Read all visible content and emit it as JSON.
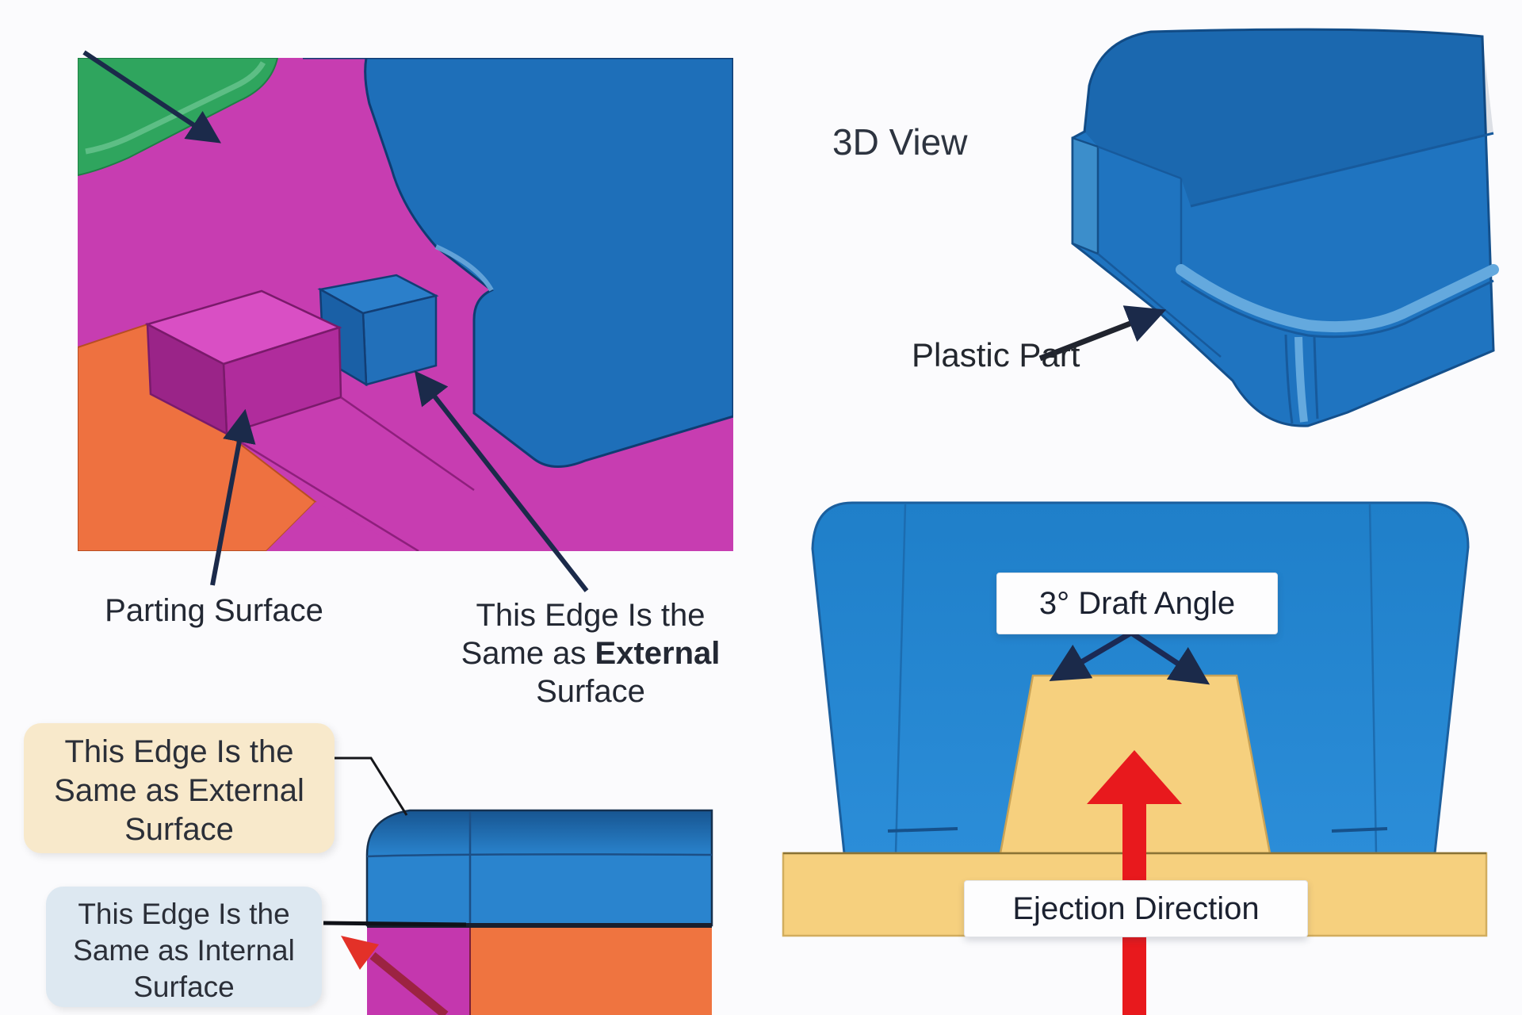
{
  "page": {
    "background": "#fbfbfd"
  },
  "parting_view": {
    "name": "Parting surface close-up view",
    "colors": {
      "magenta": "#c73db1",
      "green": "#2fa55e",
      "green_band": "#63c189",
      "orange": "#ee7140",
      "blue": "#1e6fb9",
      "block_top": "#d94fc4",
      "block_front": "#b02c9c",
      "block_left": "#9a2488",
      "step_top": "#2b7fca",
      "step_front": "#2270ba",
      "step_left": "#1a60a6",
      "arrow_navy": "#1b2a4a"
    },
    "labels": {
      "parting_surface": "Parting Surface",
      "edge_external": {
        "line1": "This Edge Is the",
        "line2_prefix": "Same as ",
        "line2_bold": "External",
        "line3": "Surface"
      }
    }
  },
  "three_d_view": {
    "title": "3D View",
    "part_label": "Plastic Part",
    "colors": {
      "part_blue": "#1f74c0",
      "rim_light": "#64a9de",
      "edge_dark": "#175a9c"
    }
  },
  "section_view": {
    "external_box": {
      "line1": "This Edge Is the",
      "line2": "Same as External",
      "line3": "Surface",
      "bg": "#f8e9cb"
    },
    "internal_box": {
      "line1": "This Edge Is the",
      "line2_prefix": "Same as ",
      "line2_bold": "Internal",
      "line3": "Surface",
      "bg": "#dde8f1"
    },
    "colors": {
      "blue": "#2a84ce",
      "blue_dark_top": "#175591",
      "magenta": "#c437ae",
      "orange": "#ef7440",
      "red_arrowhead": "#e33128",
      "red_shaft": "#9c2342"
    }
  },
  "draft_view": {
    "draft_label": "3° Draft Angle",
    "ejection_label": "Ejection Direction",
    "colors": {
      "body_blue": "#2487d2",
      "core_yellow": "#f6d07e",
      "base_yellow": "#f6d07e",
      "arrow_red": "#e8191d",
      "arrow_navy": "#1b2a55"
    }
  }
}
